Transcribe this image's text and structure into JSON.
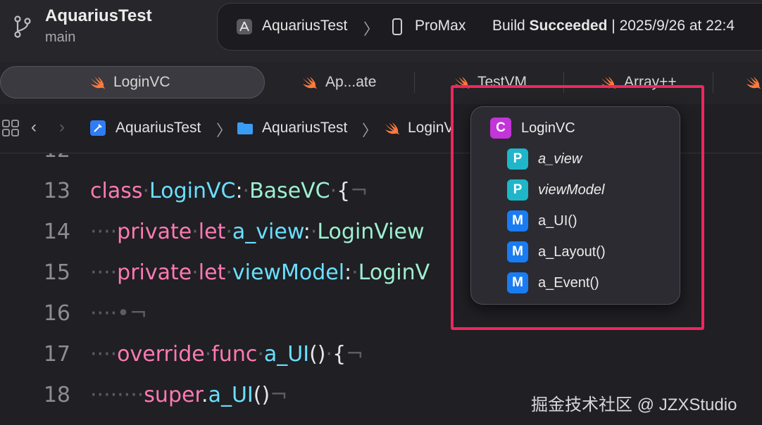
{
  "window": {
    "project_title": "AquariusTest",
    "branch": "main"
  },
  "toolbar": {
    "scheme": "AquariusTest",
    "scheme_chevron": "〉",
    "device": "ProMax",
    "build_prefix": "Build",
    "build_status": "Succeeded",
    "build_date": "| 2025/9/26 at 22:4"
  },
  "tabs": [
    {
      "label": "LoginVC",
      "active": true
    },
    {
      "label": "Ap...ate"
    },
    {
      "label": "TestVM"
    },
    {
      "label": "Array++"
    }
  ],
  "jumpbar": {
    "crumbs": [
      "AquariusTest",
      "AquariusTest",
      "LoginV"
    ],
    "separator": "〉"
  },
  "editor": {
    "lines": [
      {
        "num": "12",
        "text": "·"
      },
      {
        "num": "13"
      },
      {
        "num": "14"
      },
      {
        "num": "15"
      },
      {
        "num": "16"
      },
      {
        "num": "17"
      },
      {
        "num": "18"
      }
    ],
    "tokens": {
      "class_kw": "class",
      "class_name": "LoginVC",
      "base": "BaseVC",
      "brace": "{",
      "private": "private",
      "let": "let",
      "a_view": "a_view",
      "login_view": "LoginView",
      "view_model": "viewModel",
      "login_v": "LoginV",
      "override": "override",
      "func": "func",
      "a_ui": "a_UI",
      "parens": "()",
      "super": "super",
      "dot": ".",
      "colon": ":",
      "newline_mark": "¬",
      "indent1": "····",
      "indent2": "········",
      "line16": "····•"
    }
  },
  "popup": {
    "items": [
      {
        "badge": "C",
        "label": "LoginVC",
        "kind": "class"
      },
      {
        "badge": "P",
        "label": "a_view",
        "kind": "property"
      },
      {
        "badge": "P",
        "label": "viewModel",
        "kind": "property"
      },
      {
        "badge": "M",
        "label": "a_UI()",
        "kind": "method"
      },
      {
        "badge": "M",
        "label": "a_Layout()",
        "kind": "method"
      },
      {
        "badge": "M",
        "label": "a_Event()",
        "kind": "method"
      }
    ]
  },
  "watermark": "掘金技术社区 @ JZXStudio",
  "colors": {
    "keyword": "#ff7ab2",
    "type": "#6bdfff",
    "highlight": "#f0265c"
  }
}
